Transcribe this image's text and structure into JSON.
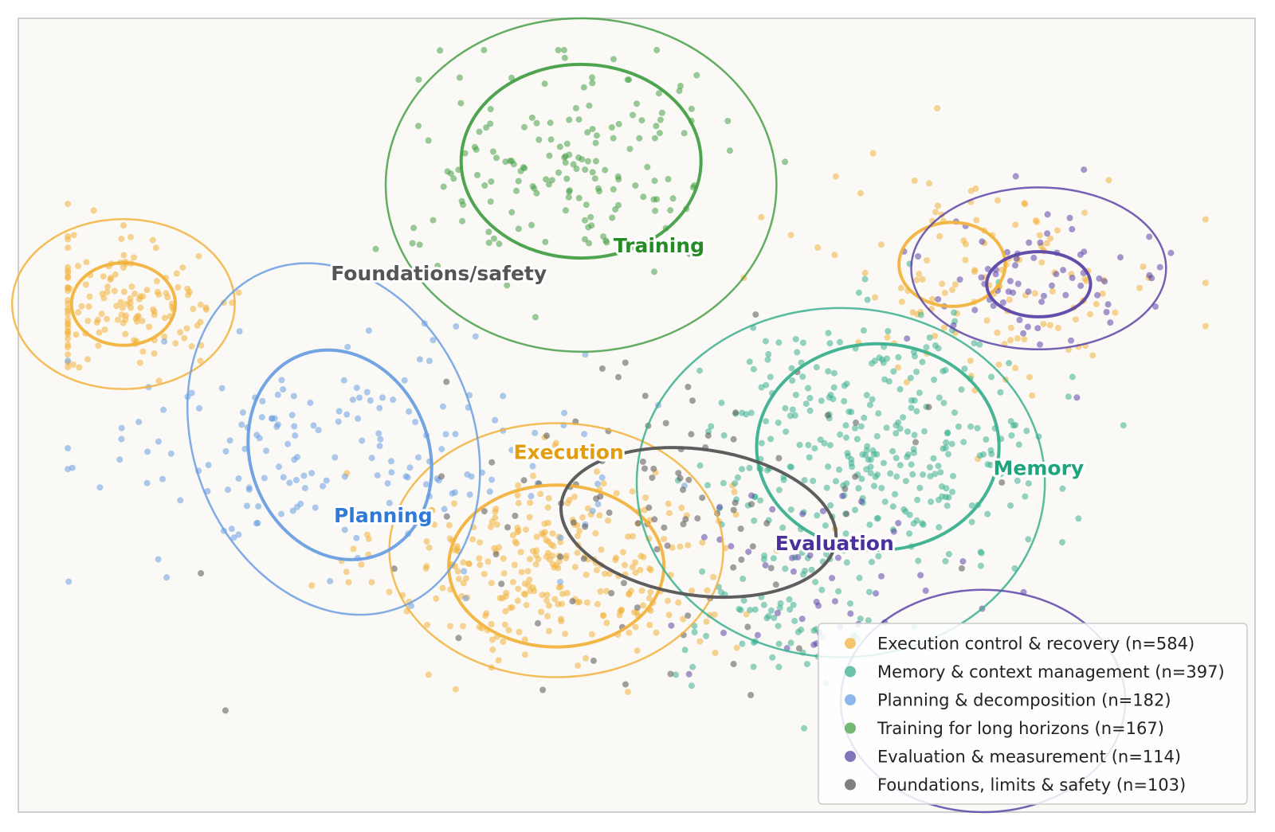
{
  "chart_data": {
    "type": "scatter",
    "title": "",
    "xlabel": "",
    "ylabel": "",
    "xlim": [
      0,
      100
    ],
    "ylim": [
      0,
      100
    ],
    "grid": false,
    "axes_visible": false,
    "legend_placement": "bottom-right",
    "background": "#faf9f6",
    "series": [
      {
        "name": "Execution control & recovery (n=584)",
        "color": "#f2b33d",
        "clusters": [
          {
            "center": [
              43.5,
              31
            ],
            "spread": [
              7,
              6
            ],
            "count": 300
          },
          {
            "center": [
              8.5,
              64
            ],
            "spread": [
              5,
              4.5
            ],
            "count": 150
          },
          {
            "center": [
              79,
              67.5
            ],
            "spread": [
              7,
              7
            ],
            "count": 134
          }
        ],
        "contours": [
          {
            "center": [
              43.5,
              31
            ],
            "radii": [
              8.7,
              10.2
            ],
            "weight": "inner"
          },
          {
            "center": [
              43.5,
              33
            ],
            "radii": [
              13.5,
              16
            ],
            "weight": "outer"
          },
          {
            "center": [
              8.5,
              64
            ],
            "radii": [
              4.2,
              5.2
            ],
            "weight": "inner"
          },
          {
            "center": [
              8.5,
              64
            ],
            "radii": [
              9.0,
              10.7
            ],
            "weight": "outer"
          },
          {
            "center": [
              75.5,
              69
            ],
            "radii": [
              4.3,
              5.3
            ],
            "weight": "inner"
          }
        ]
      },
      {
        "name": "Memory & context management (n=397)",
        "color": "#3bb08f",
        "clusters": [
          {
            "center": [
              69.5,
              46.5
            ],
            "spread": [
              7,
              8
            ],
            "count": 330
          },
          {
            "center": [
              62,
              24
            ],
            "spread": [
              4,
              5
            ],
            "count": 67
          }
        ],
        "contours": [
          {
            "center": [
              69.5,
              46
            ],
            "radii": [
              9.8,
              13.0
            ],
            "weight": "inner"
          },
          {
            "center": [
              66.5,
              41.5
            ],
            "radii": [
              16.5,
              22.0
            ],
            "weight": "outer"
          }
        ]
      },
      {
        "name": "Planning & decomposition (n=182)",
        "color": "#6a9ee0",
        "clusters": [
          {
            "center": [
              26,
              45
            ],
            "spread": [
              10,
              7
            ],
            "count": 182
          }
        ],
        "contours": [
          {
            "center": [
              26,
              45
            ],
            "radii": [
              7.2,
              13.5
            ],
            "rotation": -22,
            "weight": "inner"
          },
          {
            "center": [
              25.5,
              47
            ],
            "radii": [
              11.3,
              22.8
            ],
            "rotation": -22,
            "weight": "outer"
          }
        ]
      },
      {
        "name": "Training for long horizons (n=167)",
        "color": "#46a046",
        "clusters": [
          {
            "center": [
              45,
              82
            ],
            "spread": [
              6.5,
              6.5
            ],
            "count": 167
          }
        ],
        "contours": [
          {
            "center": [
              45.5,
              82
            ],
            "radii": [
              9.7,
              12.2
            ],
            "weight": "inner"
          },
          {
            "center": [
              45.5,
              79
            ],
            "radii": [
              15.8,
              21.0
            ],
            "weight": "outer"
          }
        ]
      },
      {
        "name": "Evaluation & measurement (n=114)",
        "color": "#5a46a8",
        "clusters": [
          {
            "center": [
              82.5,
              66
            ],
            "spread": [
              5.5,
              4.5
            ],
            "count": 70
          },
          {
            "center": [
              64,
              30
            ],
            "spread": [
              7,
              6
            ],
            "count": 44
          }
        ],
        "contours": [
          {
            "center": [
              82.5,
              66.5
            ],
            "radii": [
              4.2,
              4.1
            ],
            "weight": "inner"
          },
          {
            "center": [
              82.5,
              68.5
            ],
            "radii": [
              10.3,
              10.2
            ],
            "weight": "outer"
          },
          {
            "center": [
              78,
              14
            ],
            "radii": [
              11.5,
              14.0
            ],
            "weight": "outer"
          }
        ]
      },
      {
        "name": "Foundations, limits & safety (n=103)",
        "color": "#555555",
        "clusters": [
          {
            "center": [
              52,
              38
            ],
            "spread": [
              9,
              9
            ],
            "count": 103
          }
        ],
        "contours": [
          {
            "center": [
              55,
              36.5
            ],
            "radii": [
              11.2,
              9.2
            ],
            "rotation": 8,
            "weight": "inner"
          }
        ]
      }
    ],
    "annotations": [
      {
        "text": "Training",
        "x": 51.8,
        "y": 70.5,
        "color": "#248c24"
      },
      {
        "text": "Foundations/safety",
        "x": 34,
        "y": 67,
        "color": "#555555"
      },
      {
        "text": "Execution",
        "x": 44.5,
        "y": 44.5,
        "color": "#e39e0f"
      },
      {
        "text": "Planning",
        "x": 29.5,
        "y": 36.5,
        "color": "#2f7ad6"
      },
      {
        "text": "Memory",
        "x": 82.5,
        "y": 42.5,
        "color": "#1fa57d"
      },
      {
        "text": "Evaluation",
        "x": 66,
        "y": 33,
        "color": "#4b2f9b"
      }
    ]
  }
}
